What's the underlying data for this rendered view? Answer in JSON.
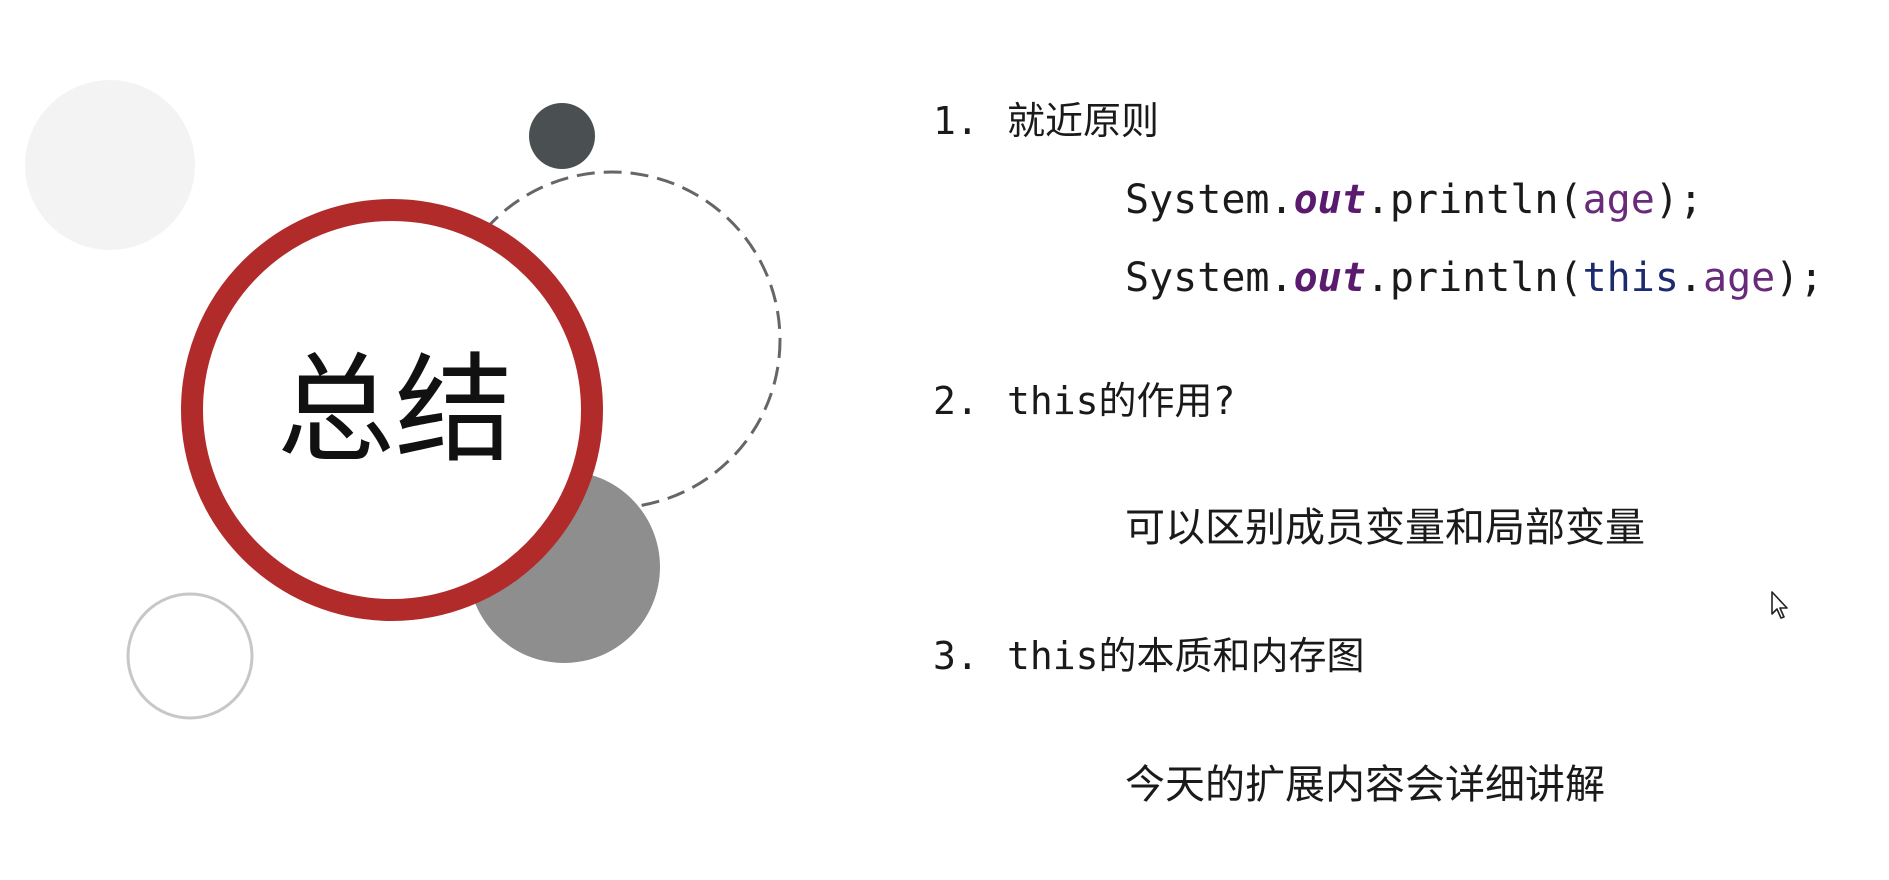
{
  "slide": {
    "title": "总结",
    "items": [
      {
        "number": "1.",
        "text": "就近原则",
        "code_lines": [
          {
            "prefix": "System.",
            "field": "out",
            "method": ".println(",
            "receiver": "",
            "dot": "",
            "var": "age",
            "suffix": ");"
          },
          {
            "prefix": "System.",
            "field": "out",
            "method": ".println(",
            "receiver": "this",
            "dot": ".",
            "var": "age",
            "suffix": ");"
          }
        ]
      },
      {
        "number": "2.",
        "text": "this的作用?",
        "detail": "可以区别成员变量和局部变量"
      },
      {
        "number": "3.",
        "text": "this的本质和内存图",
        "detail": "今天的扩展内容会详细讲解"
      }
    ]
  },
  "colors": {
    "ring": "#b22b2b",
    "dark_dot": "#4a5052",
    "gray_circle": "#8e8e8e",
    "light_circle": "#f3f3f3",
    "code_field": "#5a1a6e",
    "code_keyword": "#1c2a6e"
  },
  "icons": [
    "mouse-cursor-icon"
  ]
}
